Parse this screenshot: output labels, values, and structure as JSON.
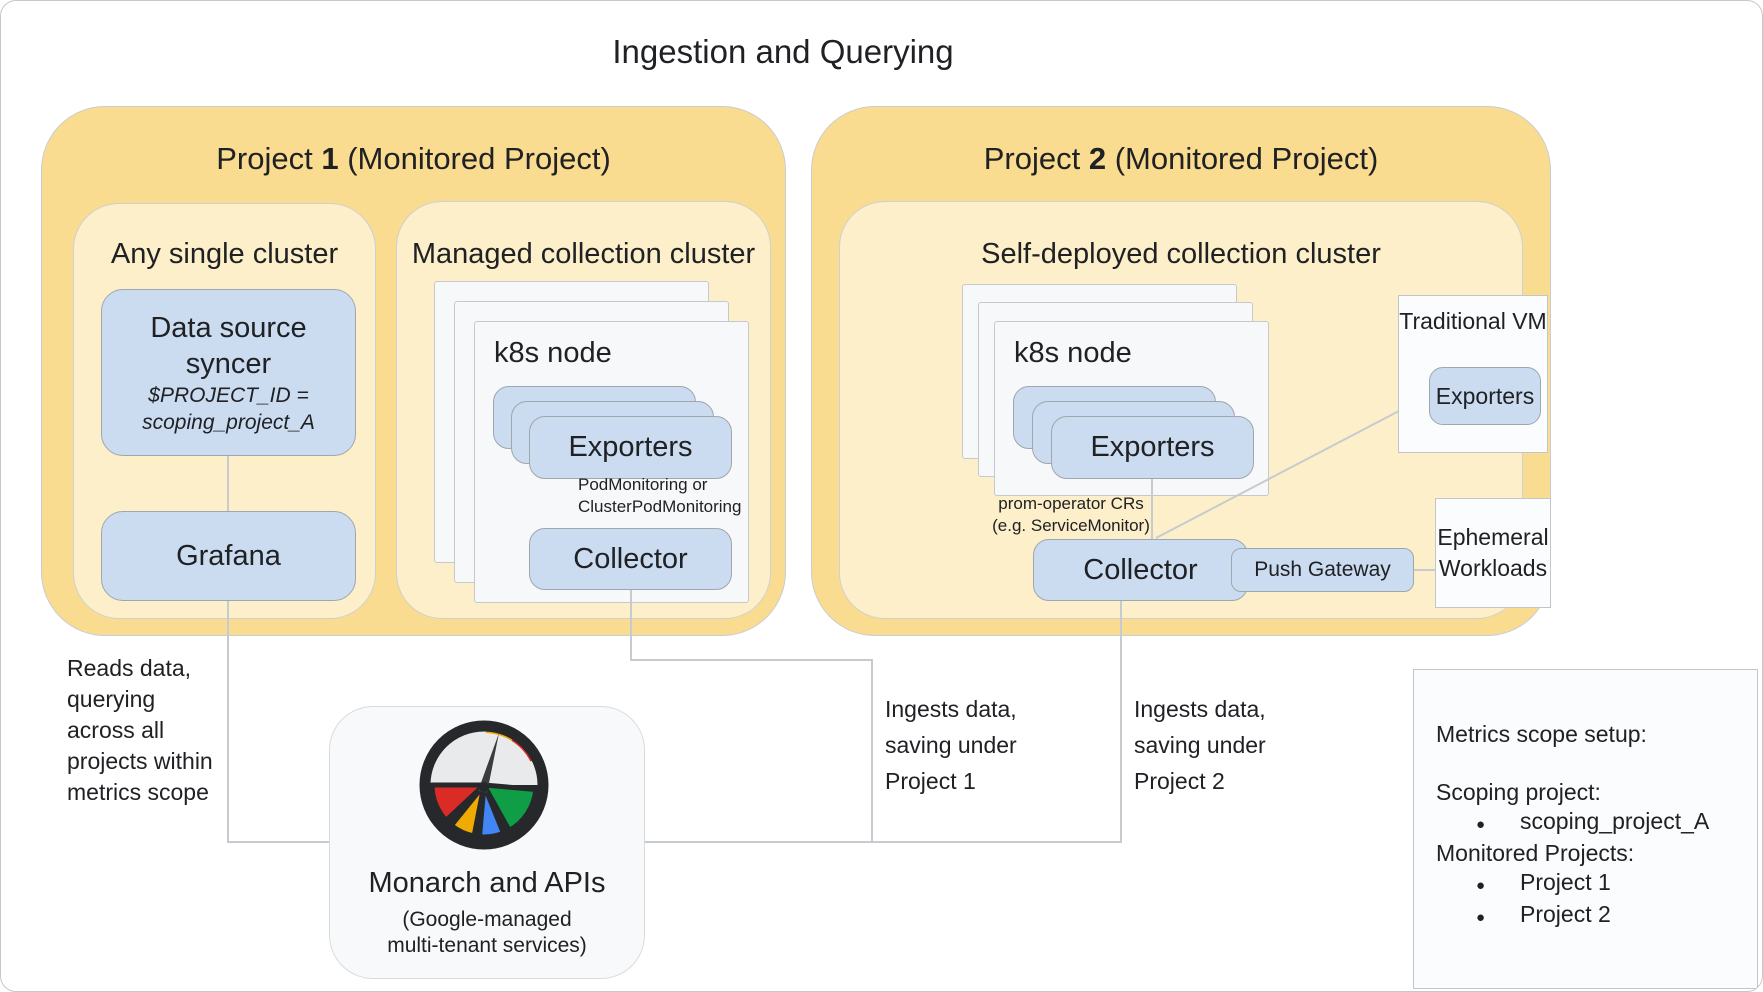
{
  "title": "Ingestion and Querying",
  "project1": {
    "name": "Project",
    "number": "1",
    "qualifier": "(Monitored Project)",
    "any_single_cluster": {
      "title": "Any single cluster",
      "syncer": {
        "line1": "Data source",
        "line2": "syncer",
        "param1": "$PROJECT_ID =",
        "param2": "scoping_project_A"
      },
      "grafana": "Grafana"
    },
    "managed_cluster": {
      "title": "Managed collection cluster",
      "node": "k8s node",
      "exporters": "Exporters",
      "note1": "PodMonitoring or",
      "note2": "ClusterPodMonitoring",
      "collector": "Collector"
    }
  },
  "project2": {
    "name": "Project",
    "number": "2",
    "qualifier": "(Monitored Project)",
    "self_deployed_cluster": {
      "title": "Self-deployed collection cluster",
      "node": "k8s node",
      "exporters": "Exporters",
      "note1": "prom-operator CRs",
      "note2": "(e.g. ServiceMonitor)",
      "collector": "Collector",
      "push_gateway": "Push Gateway"
    },
    "traditional_vm": {
      "title": "Traditional VM",
      "exporters": "Exporters"
    },
    "ephemeral": {
      "line1": "Ephemeral",
      "line2": "Workloads"
    }
  },
  "monarch": {
    "title": "Monarch and APIs",
    "subtitle1": "(Google-managed",
    "subtitle2": "multi-tenant services)",
    "icon": "gauge-icon"
  },
  "annotations": {
    "reads": [
      "Reads data,",
      "querying",
      "across all",
      "projects within",
      "metrics scope"
    ],
    "ingest_p1": [
      "Ingests data,",
      "saving under",
      "Project 1"
    ],
    "ingest_p2": [
      "Ingests data,",
      "saving under",
      "Project 2"
    ]
  },
  "metrics_scope": {
    "title": "Metrics scope setup:",
    "scoping_label": "Scoping project:",
    "scoping_value": "scoping_project_A",
    "monitored_label": "Monitored Projects:",
    "monitored_1": "Project 1",
    "monitored_2": "Project 2",
    "bullet": "●"
  },
  "colors": {
    "outer_project_box": "#F9DC8F",
    "inner_cluster_box": "#FCEFC9",
    "blue_box": "#CBDCF1",
    "node_card": "#F7F8FA",
    "connector_line": "#C7CBCF",
    "gauge_red": "#DB2B26",
    "gauge_gold": "#F0AB00",
    "gauge_blue": "#4285F4",
    "gauge_green": "#0F9D45",
    "gauge_dark": "#26282B"
  }
}
